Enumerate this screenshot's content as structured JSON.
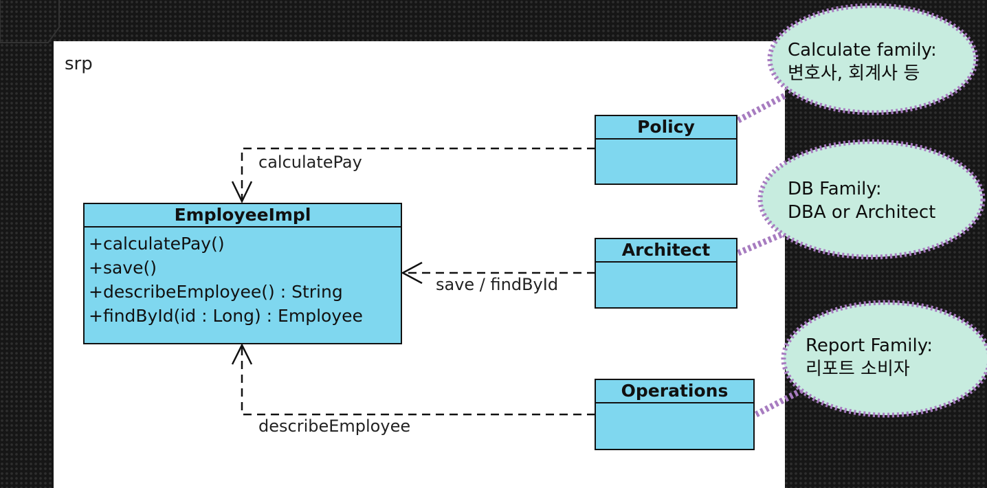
{
  "frame": {
    "label": "srp"
  },
  "classes": {
    "employee_impl": {
      "name": "EmployeeImpl",
      "operations": [
        "+calculatePay()",
        "+save()",
        "+describeEmployee() : String",
        "+findById(id : Long) : Employee"
      ]
    },
    "policy": {
      "name": "Policy"
    },
    "architect": {
      "name": "Architect"
    },
    "operations": {
      "name": "Operations"
    }
  },
  "dependencies": {
    "policy": "calculatePay",
    "architect": "save / findById",
    "operations": "describeEmployee"
  },
  "notes": {
    "calculate": {
      "line1": "Calculate family:",
      "line2": "변호사, 회계사 등"
    },
    "db": {
      "line1": "DB Family:",
      "line2": "DBA or Architect"
    },
    "report": {
      "line1": "Report Family:",
      "line2": "리포트 소비자"
    }
  },
  "colors": {
    "class_fill": "#7fd7ef",
    "note_fill": "#c7ecdf",
    "note_border": "#a77cc0"
  }
}
